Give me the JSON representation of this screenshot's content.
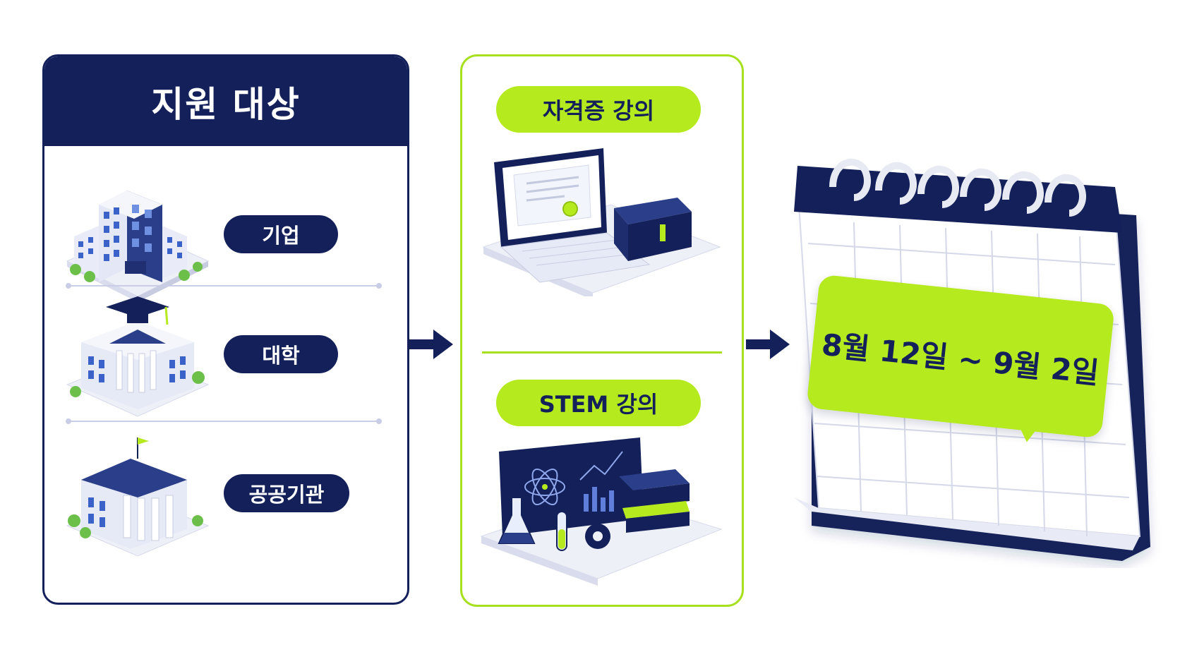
{
  "eligibility": {
    "title": "지원 대상",
    "items": [
      {
        "label": "기업",
        "icon": "office-building-icon"
      },
      {
        "label": "대학",
        "icon": "university-icon"
      },
      {
        "label": "공공기관",
        "icon": "government-building-icon"
      }
    ]
  },
  "courses": {
    "items": [
      {
        "label": "자격증 강의",
        "icon": "laptop-certificate-icon"
      },
      {
        "label": "STEM 강의",
        "icon": "science-lab-icon"
      }
    ]
  },
  "schedule": {
    "date_range": "8월 12일 ~ 9월 2일",
    "icon": "calendar-icon"
  },
  "colors": {
    "navy": "#13205a",
    "lime": "#b5ea1f"
  }
}
